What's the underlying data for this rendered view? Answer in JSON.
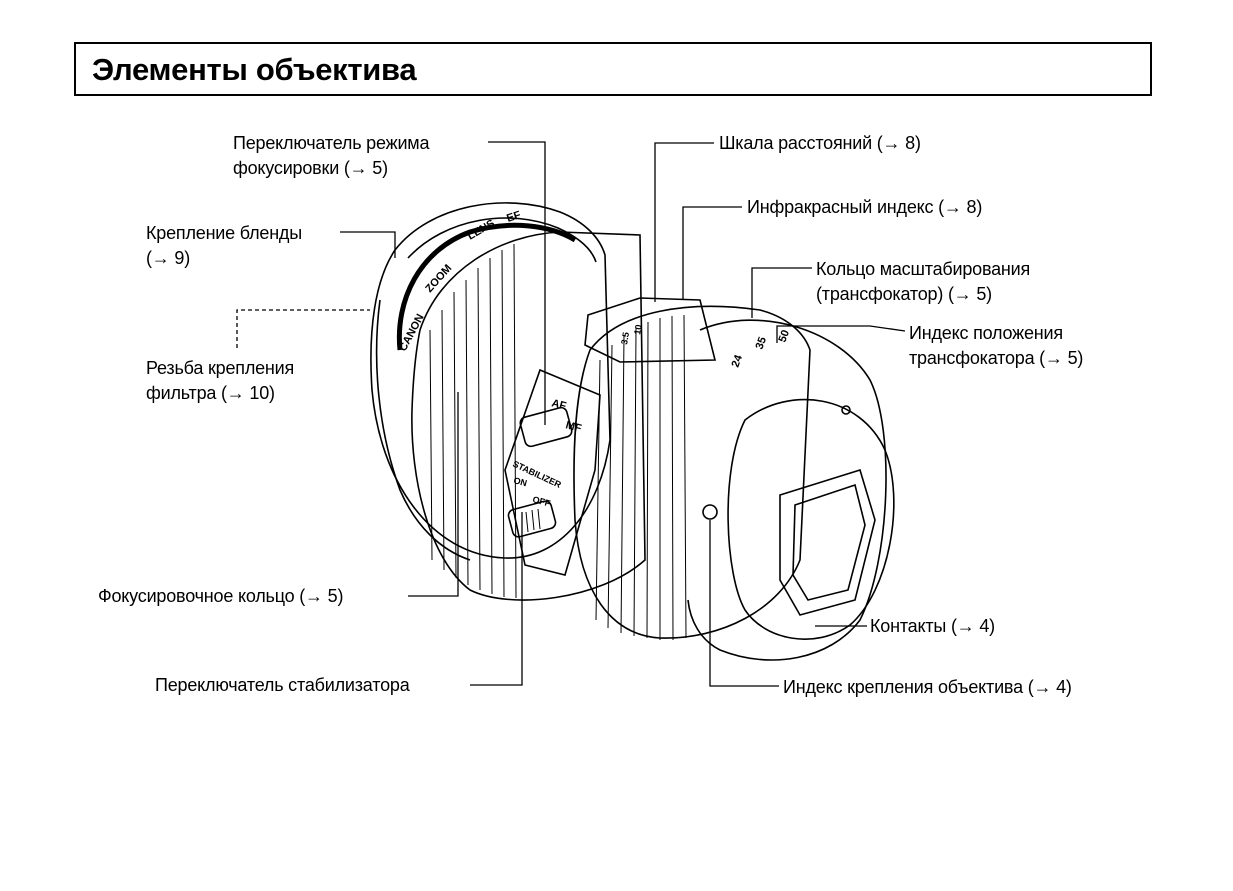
{
  "title": "Элементы объектива",
  "labels": {
    "focus_mode_switch": [
      "Переключатель режима",
      "фокусировки (→ 5)"
    ],
    "hood_mount": [
      "Крепление бленды",
      "(→ 9)"
    ],
    "filter_thread": [
      "Резьба крепления",
      "фильтра (→ 10)"
    ],
    "focus_ring": "Фокусировочное кольцо (→ 5)",
    "stabilizer_switch": "Переключатель стабилизатора",
    "distance_scale": "Шкала расстояний (→ 8)",
    "infrared_index": "Инфракрасный индекс (→ 8)",
    "zoom_ring": [
      "Кольцо масштабирования",
      "(трансфокатор) (→ 5)"
    ],
    "zoom_position_index": [
      "Индекс положения",
      "трансфокатора (→ 5)"
    ],
    "contacts": "Контакты (→ 4)",
    "lens_mount_index": "Индекс крепления объектива (→ 4)"
  },
  "lens_markings": {
    "brand": "CANON",
    "zoom": "ZOOM",
    "lens": "LENS",
    "ef": "EF",
    "af": "AF",
    "mf": "MF",
    "stabilizer": "STABILIZER",
    "on": "ON",
    "off": "OFF",
    "focal_24": "24",
    "focal_35": "35",
    "focal_50": "50",
    "dist_10": "10",
    "dist_35": "3.5"
  }
}
